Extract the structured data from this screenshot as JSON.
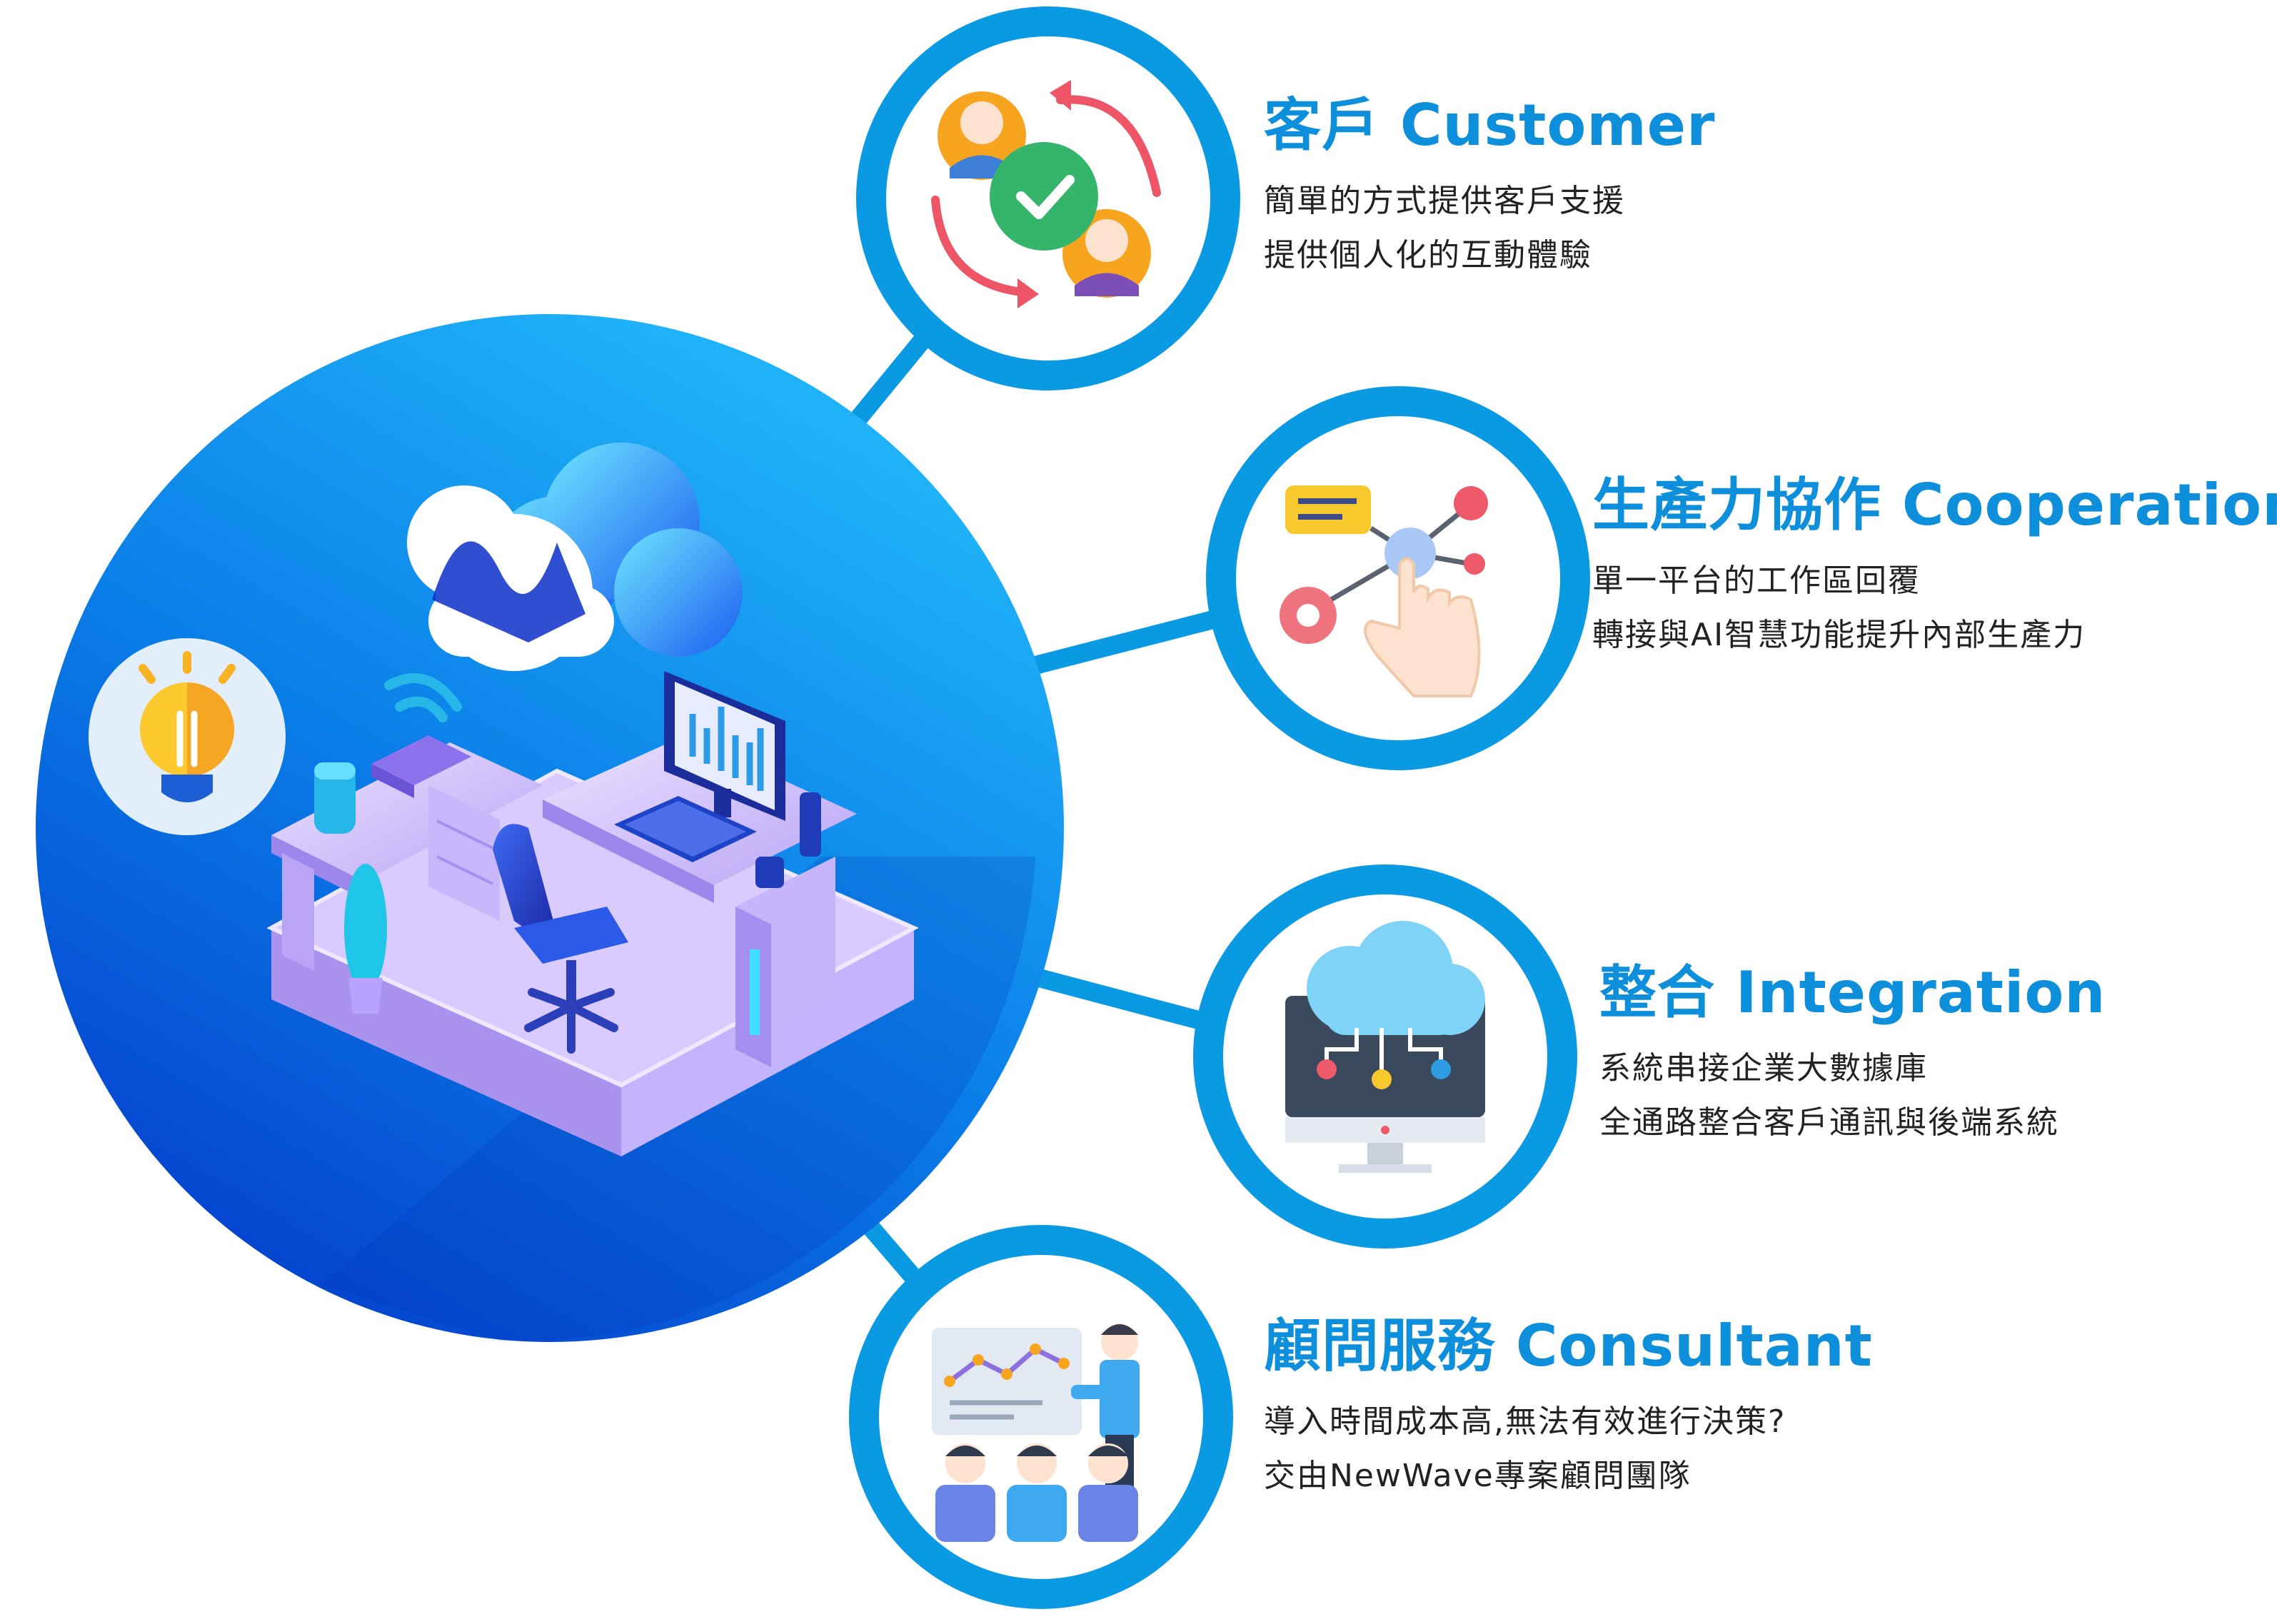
{
  "colors": {
    "accent": "#0d8fdc",
    "ring": "#0a9ae4",
    "hub_light": "#1fa8f5",
    "hub_dark": "#0848d4",
    "text": "#222222"
  },
  "hub": {
    "icons": [
      "lightbulb-icon",
      "cloud-icon",
      "wifi-router-icon",
      "monitor-chart-icon",
      "keyboard-icon",
      "office-chair-icon",
      "desk-icon",
      "plant-icon"
    ]
  },
  "features": [
    {
      "id": "customer",
      "icon": "customer-support-icon",
      "title": "客戶 Customer",
      "lines": [
        "簡單的方式提供客戶支援",
        "提供個人化的互動體驗"
      ]
    },
    {
      "id": "cooperation",
      "icon": "network-touch-icon",
      "title": "生產力協作 Cooperation",
      "lines": [
        "單一平台的工作區回覆",
        "轉接與AI智慧功能提升內部生產力"
      ]
    },
    {
      "id": "integration",
      "icon": "cloud-computer-icon",
      "title": "整合 Integration",
      "lines": [
        "系統串接企業大數據庫",
        "全通路整合客戶通訊與後端系統"
      ]
    },
    {
      "id": "consultant",
      "icon": "presentation-team-icon",
      "title": "顧問服務 Consultant",
      "lines": [
        "導入時間成本高,無法有效進行決策?",
        "交由NewWave專案顧問團隊"
      ]
    }
  ]
}
